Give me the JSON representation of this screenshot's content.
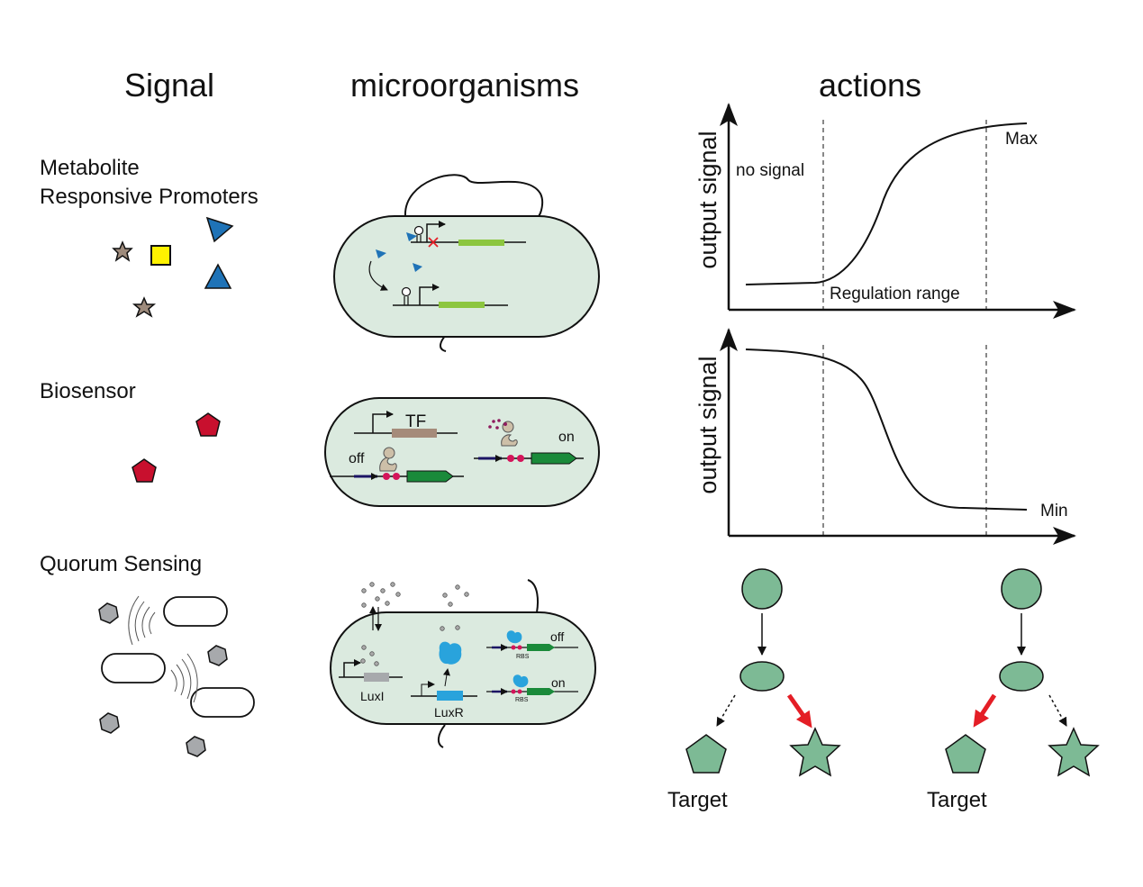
{
  "headers": {
    "signal": "Signal",
    "microorganisms": "microorganisms",
    "actions": "actions"
  },
  "signals": {
    "metabolite_line1": "Metabolite",
    "metabolite_line2": "Responsive Promoters",
    "biosensor": "Biosensor",
    "quorum": "Quorum Sensing"
  },
  "cells": {
    "tf_label": "TF",
    "off_label": "off",
    "on_label": "on",
    "luxi_label": "LuxI",
    "luxr_label": "LuxR",
    "rbs_label": "RBS"
  },
  "plots": {
    "ylabel": "output signal",
    "no_signal": "no signal",
    "max": "Max",
    "min": "Min",
    "regulation_range": "Regulation range"
  },
  "pathways": {
    "target": "Target"
  },
  "colors": {
    "cell_fill": "#dbeadf",
    "node_fill": "#7dba95",
    "gene_green": "#8cc63f",
    "dark_green": "#1a8a3a",
    "metabolite_blue": "#1f73b7",
    "biosensor_red": "#c8102e",
    "accent_red": "#e41e26",
    "luxr_blue": "#29a3dc",
    "tf_brown": "#a58b7a"
  }
}
